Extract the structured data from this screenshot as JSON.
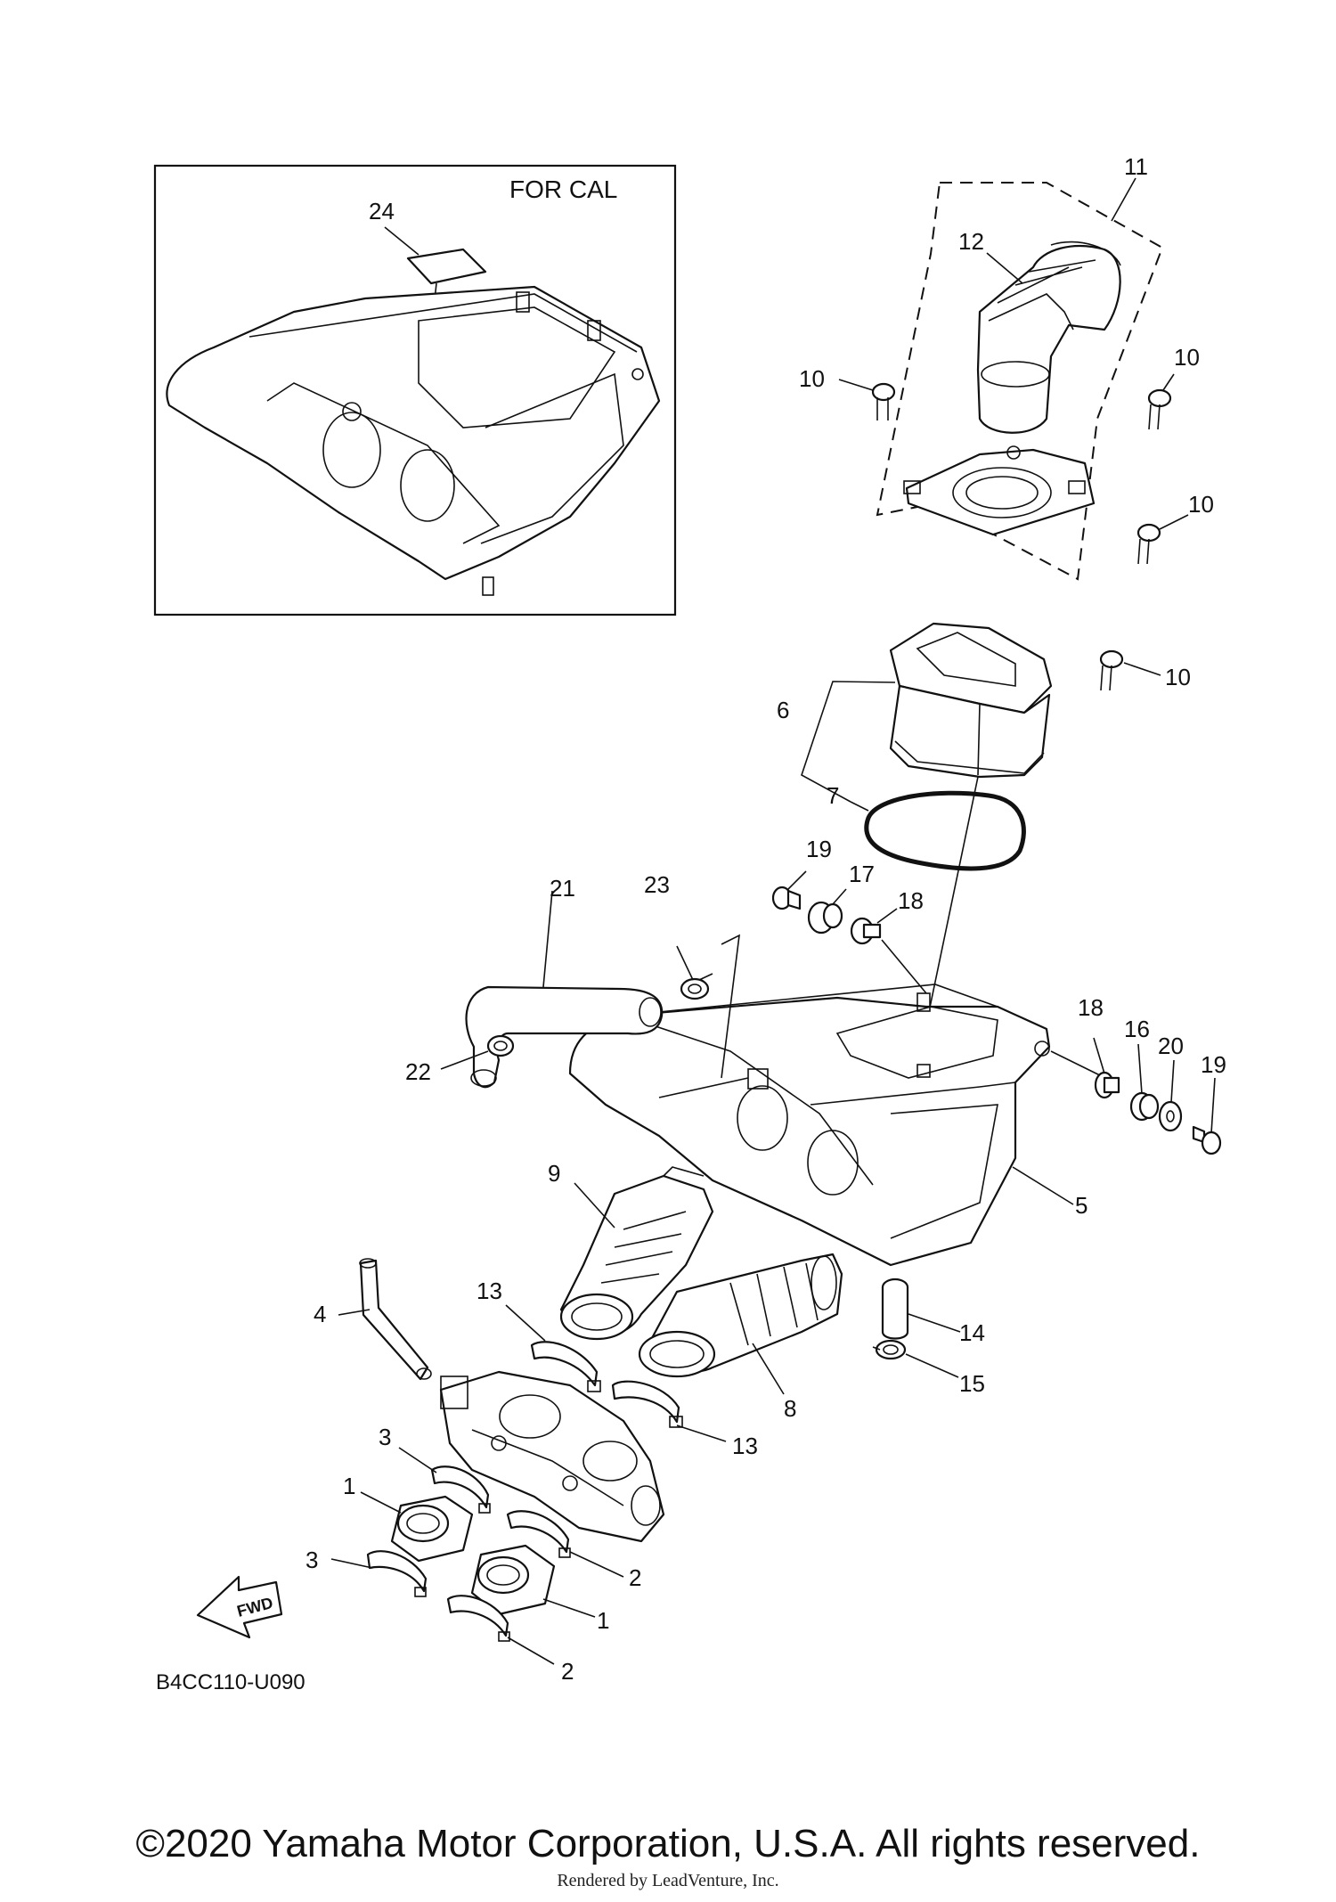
{
  "inset": {
    "title": "FOR CAL",
    "callout": "24"
  },
  "callouts": {
    "c1a": "1",
    "c1b": "1",
    "c2a": "2",
    "c2b": "2",
    "c3a": "3",
    "c3b": "3",
    "c4": "4",
    "c5": "5",
    "c6": "6",
    "c7": "7",
    "c8": "8",
    "c9": "9",
    "c10a": "10",
    "c10b": "10",
    "c10c": "10",
    "c10d": "10",
    "c11": "11",
    "c12": "12",
    "c13a": "13",
    "c13b": "13",
    "c14": "14",
    "c15": "15",
    "c16": "16",
    "c17": "17",
    "c18a": "18",
    "c18b": "18",
    "c19a": "19",
    "c19b": "19",
    "c20": "20",
    "c21": "21",
    "c22": "22",
    "c23": "23"
  },
  "fwd_label": "FWD",
  "diagram_code": "B4CC110-U090",
  "copyright": "©2020 Yamaha Motor Corporation, U.S.A. All rights reserved.",
  "rendered_by": "Rendered by LeadVenture, Inc."
}
